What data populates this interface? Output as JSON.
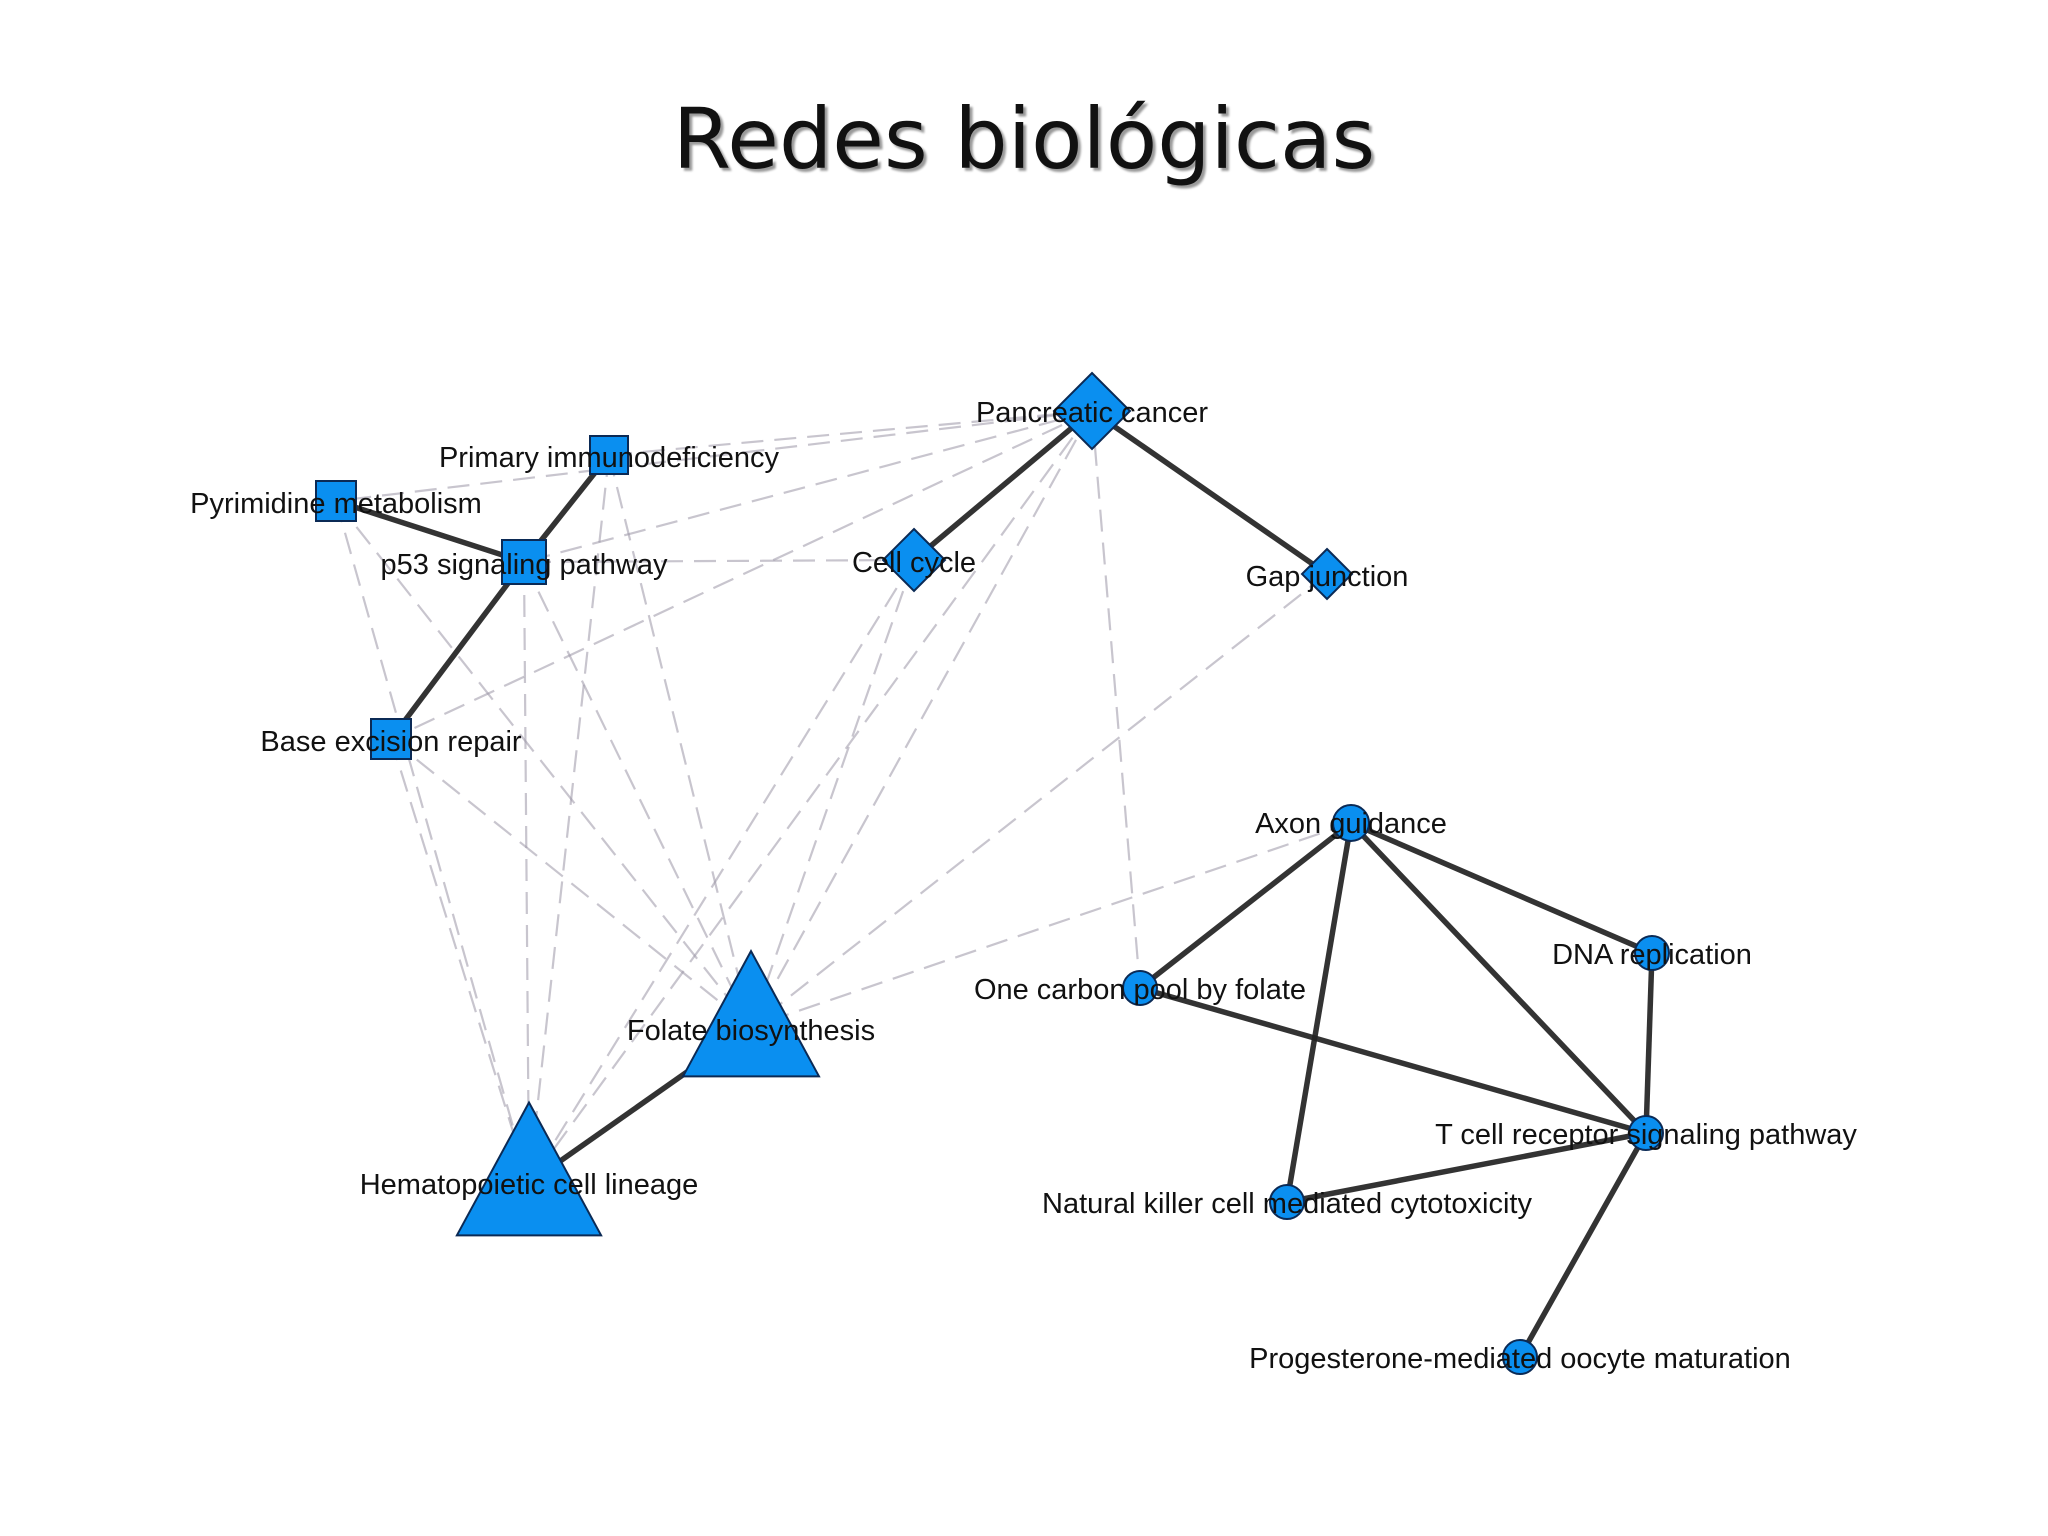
{
  "title": "Redes biológicas",
  "colors": {
    "node_fill": "#0a8ff0",
    "node_stroke": "#0b2a55",
    "edge_solid": "#222222",
    "edge_dashed": "#9a96a6"
  },
  "nodes": [
    {
      "id": "pancreatic",
      "label": "Pancreatic cancer",
      "shape": "diamond"
    },
    {
      "id": "cellcycle",
      "label": "Cell cycle",
      "shape": "diamond"
    },
    {
      "id": "gapjunction",
      "label": "Gap junction",
      "shape": "diamond"
    },
    {
      "id": "primary",
      "label": "Primary immunodeficiency",
      "shape": "square"
    },
    {
      "id": "pyrimidine",
      "label": "Pyrimidine metabolism",
      "shape": "square"
    },
    {
      "id": "p53",
      "label": "p53 signaling pathway",
      "shape": "square"
    },
    {
      "id": "ber",
      "label": "Base excision repair",
      "shape": "square"
    },
    {
      "id": "folate",
      "label": "Folate biosynthesis",
      "shape": "triangle"
    },
    {
      "id": "hema",
      "label": "Hematopoietic cell lineage",
      "shape": "triangle"
    },
    {
      "id": "axon",
      "label": "Axon guidance",
      "shape": "circle"
    },
    {
      "id": "dna",
      "label": "DNA replication",
      "shape": "circle"
    },
    {
      "id": "onecarbon",
      "label": "One carbon pool by folate",
      "shape": "circle"
    },
    {
      "id": "tcell",
      "label": "T cell receptor signaling pathway",
      "shape": "circle"
    },
    {
      "id": "nk",
      "label": "Natural killer cell mediated cytotoxicity",
      "shape": "circle"
    },
    {
      "id": "progesterone",
      "label": "Progesterone-mediated oocyte maturation",
      "shape": "circle"
    }
  ],
  "edges": [
    {
      "from": "pancreatic",
      "to": "cellcycle",
      "style": "solid"
    },
    {
      "from": "pancreatic",
      "to": "gapjunction",
      "style": "solid"
    },
    {
      "from": "primary",
      "to": "p53",
      "style": "solid"
    },
    {
      "from": "pyrimidine",
      "to": "p53",
      "style": "solid"
    },
    {
      "from": "p53",
      "to": "ber",
      "style": "solid"
    },
    {
      "from": "folate",
      "to": "hema",
      "style": "solid"
    },
    {
      "from": "axon",
      "to": "dna",
      "style": "solid"
    },
    {
      "from": "axon",
      "to": "onecarbon",
      "style": "solid"
    },
    {
      "from": "axon",
      "to": "nk",
      "style": "solid"
    },
    {
      "from": "axon",
      "to": "tcell",
      "style": "solid"
    },
    {
      "from": "dna",
      "to": "tcell",
      "style": "solid"
    },
    {
      "from": "onecarbon",
      "to": "tcell",
      "style": "solid"
    },
    {
      "from": "nk",
      "to": "tcell",
      "style": "solid"
    },
    {
      "from": "tcell",
      "to": "progesterone",
      "style": "solid"
    },
    {
      "from": "pancreatic",
      "to": "onecarbon",
      "style": "dashed"
    },
    {
      "from": "pancreatic",
      "to": "primary",
      "style": "dashed"
    },
    {
      "from": "pancreatic",
      "to": "pyrimidine",
      "style": "dashed"
    },
    {
      "from": "pancreatic",
      "to": "p53",
      "style": "dashed"
    },
    {
      "from": "pancreatic",
      "to": "ber",
      "style": "dashed"
    },
    {
      "from": "pancreatic",
      "to": "folate",
      "style": "dashed"
    },
    {
      "from": "pancreatic",
      "to": "hema",
      "style": "dashed"
    },
    {
      "from": "cellcycle",
      "to": "p53",
      "style": "dashed"
    },
    {
      "from": "cellcycle",
      "to": "folate",
      "style": "dashed"
    },
    {
      "from": "cellcycle",
      "to": "hema",
      "style": "dashed"
    },
    {
      "from": "gapjunction",
      "to": "folate",
      "style": "dashed"
    },
    {
      "from": "primary",
      "to": "folate",
      "style": "dashed"
    },
    {
      "from": "primary",
      "to": "hema",
      "style": "dashed"
    },
    {
      "from": "pyrimidine",
      "to": "folate",
      "style": "dashed"
    },
    {
      "from": "pyrimidine",
      "to": "hema",
      "style": "dashed"
    },
    {
      "from": "p53",
      "to": "folate",
      "style": "dashed"
    },
    {
      "from": "p53",
      "to": "hema",
      "style": "dashed"
    },
    {
      "from": "ber",
      "to": "folate",
      "style": "dashed"
    },
    {
      "from": "ber",
      "to": "hema",
      "style": "dashed"
    },
    {
      "from": "axon",
      "to": "folate",
      "style": "dashed"
    }
  ]
}
